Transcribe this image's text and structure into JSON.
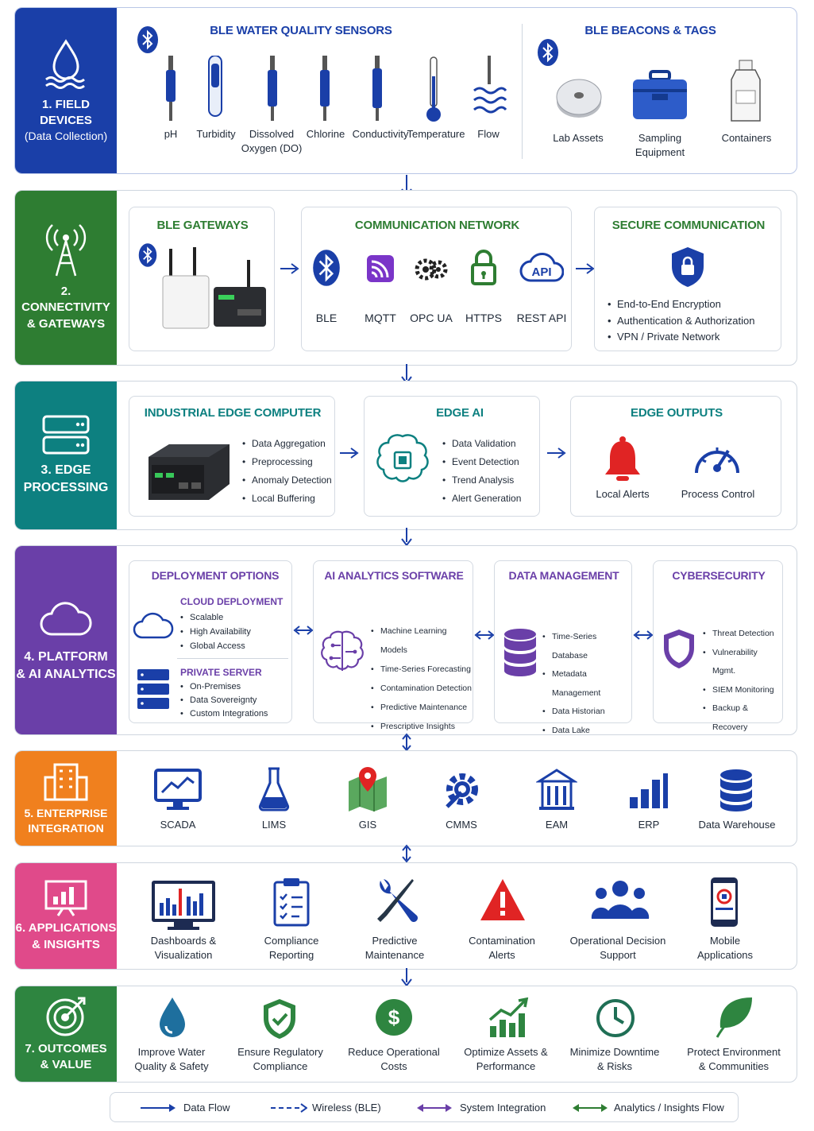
{
  "colors": {
    "blue": "#1a3fa8",
    "green": "#2e7d32",
    "teal": "#0d8080",
    "purple": "#6a3fa8",
    "orange": "#f0801e",
    "pink": "#e04a8a",
    "outcome": "#2e8540"
  },
  "field": {
    "label": "1. FIELD DEVICES",
    "sub": "(Data Collection)",
    "sensors_title": "BLE WATER QUALITY SENSORS",
    "beacons_title": "BLE BEACONS & TAGS",
    "sensors": [
      "pH",
      "Turbidity",
      "Dissolved\nOxygen (DO)",
      "Chlorine",
      "Conductivity",
      "Temperature",
      "Flow"
    ],
    "beacons": [
      "Lab Assets",
      "Sampling\nEquipment",
      "Containers"
    ]
  },
  "conn": {
    "label": "2. CONNECTIVITY\n& GATEWAYS",
    "gw_title": "BLE GATEWAYS",
    "net_title": "COMMUNICATION NETWORK",
    "protocols": [
      "BLE",
      "MQTT",
      "OPC UA",
      "HTTPS",
      "REST API"
    ],
    "api_text": "API",
    "sec_title": "SECURE COMMUNICATION",
    "sec_items": [
      "End-to-End Encryption",
      "Authentication & Authorization",
      "VPN / Private Network"
    ]
  },
  "edge": {
    "label": "3. EDGE\nPROCESSING",
    "comp_title": "INDUSTRIAL EDGE COMPUTER",
    "comp_items": [
      "Data Aggregation",
      "Preprocessing",
      "Anomaly Detection",
      "Local Buffering"
    ],
    "ai_title": "EDGE AI",
    "ai_items": [
      "Data Validation",
      "Event Detection",
      "Trend Analysis",
      "Alert Generation"
    ],
    "out_title": "EDGE OUTPUTS",
    "outputs": [
      "Local Alerts",
      "Process Control"
    ]
  },
  "platform": {
    "label": "4. PLATFORM\n& AI ANALYTICS",
    "dep_title": "DEPLOYMENT OPTIONS",
    "cloud_title": "CLOUD DEPLOYMENT",
    "cloud_items": [
      "Scalable",
      "High Availability",
      "Global Access"
    ],
    "priv_title": "PRIVATE SERVER",
    "priv_items": [
      "On-Premises",
      "Data Sovereignty",
      "Custom Integrations"
    ],
    "ai_title": "AI ANALYTICS SOFTWARE",
    "ai_items": [
      "Machine Learning Models",
      "Time-Series Forecasting",
      "Contamination Detection",
      "Predictive Maintenance",
      "Prescriptive Insights"
    ],
    "dm_title": "DATA MANAGEMENT",
    "dm_items": [
      "Time-Series Database",
      "Metadata Management",
      "Data Historian",
      "Data Lake"
    ],
    "cyber_title": "CYBERSECURITY",
    "cyber_items": [
      "Threat Detection",
      "Vulnerability Mgmt.",
      "SIEM Monitoring",
      "Backup & Recovery"
    ]
  },
  "enterprise": {
    "label": "5. ENTERPRISE\nINTEGRATION",
    "items": [
      "SCADA",
      "LIMS",
      "GIS",
      "CMMS",
      "EAM",
      "ERP",
      "Data Warehouse"
    ]
  },
  "apps": {
    "label": "6. APPLICATIONS\n& INSIGHTS",
    "items": [
      "Dashboards &\nVisualization",
      "Compliance\nReporting",
      "Predictive\nMaintenance",
      "Contamination\nAlerts",
      "Operational Decision\nSupport",
      "Mobile\nApplications"
    ]
  },
  "outcomes": {
    "label": "7. OUTCOMES\n& VALUE",
    "dollar": "$",
    "items": [
      "Improve Water\nQuality & Safety",
      "Ensure Regulatory\nCompliance",
      "Reduce Operational\nCosts",
      "Optimize Assets &\nPerformance",
      "Minimize Downtime\n& Risks",
      "Protect Environment\n& Communities"
    ]
  },
  "legend": {
    "items": [
      "Data Flow",
      "Wireless (BLE)",
      "System Integration",
      "Analytics / Insights Flow"
    ]
  }
}
